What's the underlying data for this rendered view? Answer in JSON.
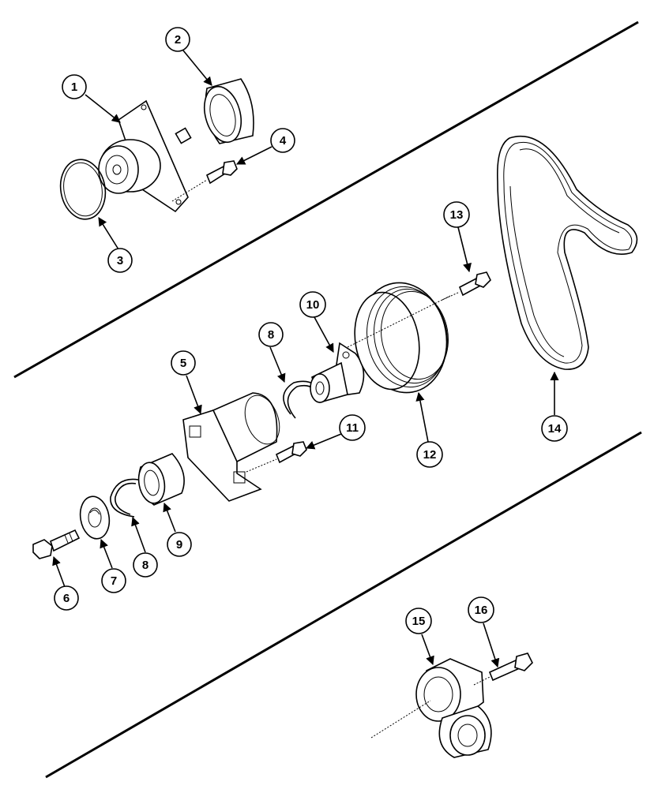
{
  "callouts": {
    "c1": "1",
    "c2": "2",
    "c3": "3",
    "c4": "4",
    "c5": "5",
    "c6": "6",
    "c7": "7",
    "c8a": "8",
    "c8b": "8",
    "c9": "9",
    "c10": "10",
    "c11": "11",
    "c12": "12",
    "c13": "13",
    "c14": "14",
    "c15": "15",
    "c16": "16"
  }
}
